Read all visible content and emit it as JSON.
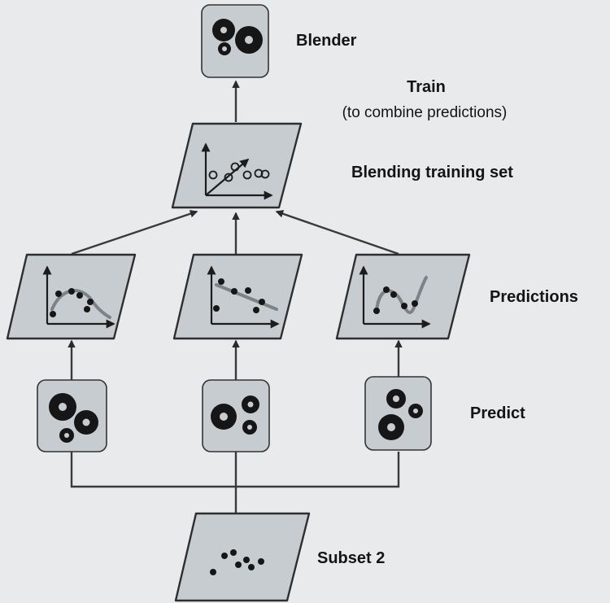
{
  "labels": {
    "blender": "Blender",
    "train": "Train",
    "train_note": "(to combine predictions)",
    "blending_set": "Blending training set",
    "predictions": "Predictions",
    "predict": "Predict",
    "subset": "Subset 2"
  },
  "colors": {
    "background": "#e9eaec",
    "panel_fill": "#c6ccd0",
    "ink": "#161616",
    "curve": "#7c8288"
  },
  "icons": [
    "gears-icon",
    "scatter-plot-icon",
    "prediction-curve-icon",
    "arrow-icon"
  ]
}
